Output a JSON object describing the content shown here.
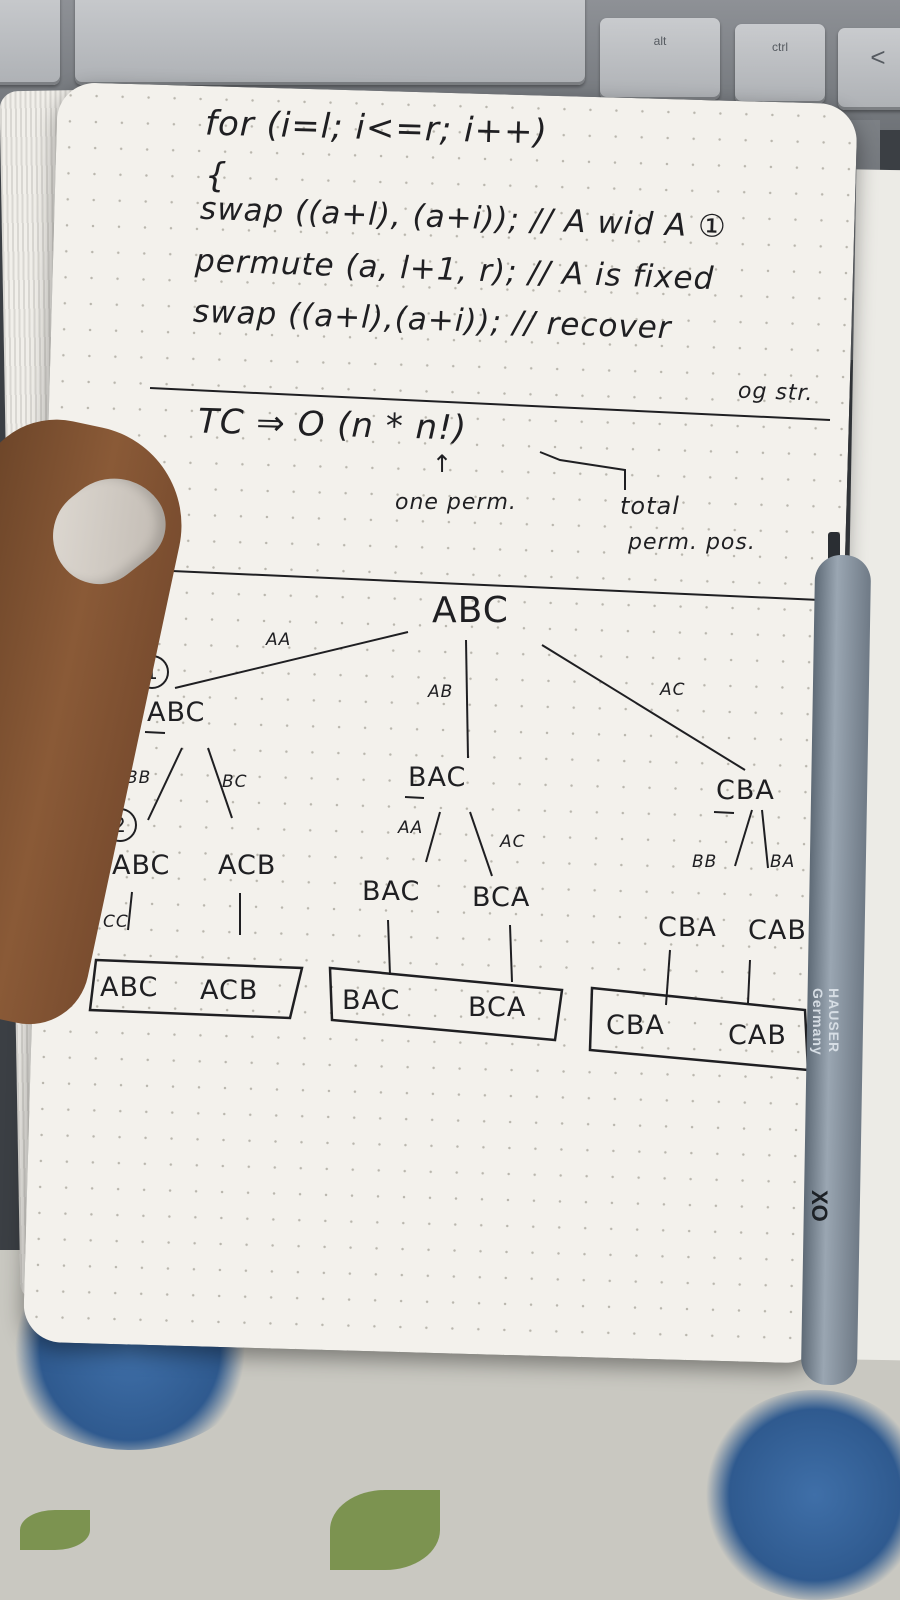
{
  "keyboard": {
    "keys": [
      "alt",
      "ctrl",
      "<"
    ]
  },
  "notebook": {
    "code": {
      "line1": "for (i=l; i<=r; i++)",
      "line2": "{",
      "line3": "swap ((a+l), (a+i)); // A wid A ①",
      "line4": "permute (a, l+1, r); // A is fixed",
      "line5": "swap ((a+l),(a+i)); // recover",
      "line6": "og str."
    },
    "complexity": {
      "formula": "TC ⇒ O (n * n!)",
      "arrow_up": "↑",
      "note_one": "one perm.",
      "note_total_line1": "total",
      "note_total_line2": "perm. pos."
    },
    "tree": {
      "root": "ABC",
      "edge_left": "AA",
      "edge_mid": "AB",
      "edge_right": "AC",
      "marker_1": "1",
      "marker_2": "2",
      "level1": [
        "ABC",
        "BAC",
        "CBA"
      ],
      "edges_l2": [
        "BB",
        "BC",
        "AA",
        "AC",
        "BB",
        "BA"
      ],
      "level2": [
        "ABC",
        "ACB",
        "BAC",
        "BCA",
        "CBA",
        "CAB"
      ],
      "edge_leaf": "CC",
      "leaves": [
        "ABC",
        "ACB",
        "BAC",
        "BCA",
        "CBA",
        "CAB"
      ]
    }
  },
  "pen": {
    "brand": "HAUSER Germany",
    "model": "XO"
  }
}
